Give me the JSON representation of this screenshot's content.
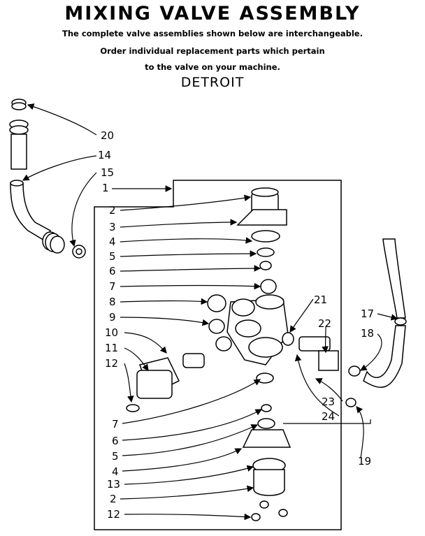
{
  "header": {
    "title": "MIXING VALVE ASSEMBLY",
    "line1": "The complete valve assemblies shown below are interchangeable.",
    "line2": "Order individual replacement parts which pertain",
    "line3": "to the valve on your machine.",
    "model": "DETROIT"
  },
  "callouts": [
    "20",
    "14",
    "15",
    "1",
    "2",
    "3",
    "4",
    "5",
    "6",
    "7",
    "8",
    "9",
    "10",
    "11",
    "12",
    "21",
    "22",
    "17",
    "18",
    "23",
    "24",
    "7",
    "6",
    "5",
    "4",
    "13",
    "2",
    "12",
    "19"
  ]
}
